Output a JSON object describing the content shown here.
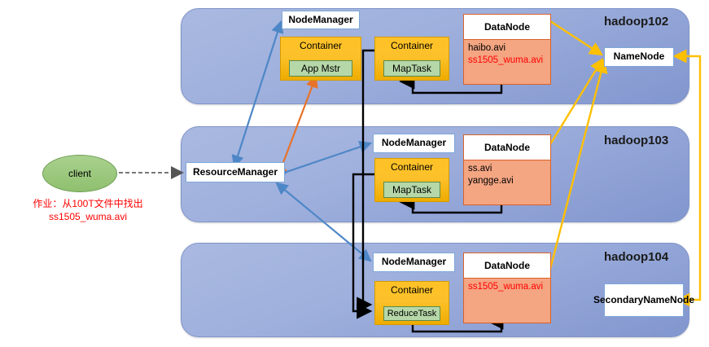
{
  "diagram": {
    "title": "Hadoop YARN / HDFS job execution diagram",
    "colors": {
      "panel": "#9fb0dd",
      "container": "#ffc227",
      "task": "#b6d7a8",
      "datanode_body": "#f4a582",
      "client": "#a9d18e",
      "arrow_blue": "#4e87c7",
      "arrow_orange": "#e8722a",
      "arrow_yellow": "#ffc000",
      "arrow_black": "#000000",
      "red_text": "#ff0000"
    }
  },
  "client": {
    "label": "client",
    "note_line1": "作业：从100T文件中找出",
    "note_line2": "ss1505_wuma.avi"
  },
  "nodes": [
    {
      "id": "hadoop102",
      "title": "hadoop102",
      "node_manager": "NodeManager",
      "containers": [
        {
          "label": "Container",
          "task": "App Mstr"
        },
        {
          "label": "Container",
          "task": "MapTask"
        }
      ],
      "datanode": {
        "title": "DataNode",
        "files": [
          {
            "name": "haibo.avi",
            "highlight": false
          },
          {
            "name": "ss1505_wuma.avi",
            "highlight": true
          }
        ]
      },
      "master": "NameNode"
    },
    {
      "id": "hadoop103",
      "title": "hadoop103",
      "node_manager": "NodeManager",
      "resource_manager": "ResourceManager",
      "containers": [
        {
          "label": "Container",
          "task": "MapTask"
        }
      ],
      "datanode": {
        "title": "DataNode",
        "files": [
          {
            "name": "ss.avi",
            "highlight": false
          },
          {
            "name": "yangge.avi",
            "highlight": false
          }
        ]
      }
    },
    {
      "id": "hadoop104",
      "title": "hadoop104",
      "node_manager": "NodeManager",
      "containers": [
        {
          "label": "Container",
          "task": "ReduceTask"
        }
      ],
      "datanode": {
        "title": "DataNode",
        "files": [
          {
            "name": "ss1505_wuma.avi",
            "highlight": true
          }
        ]
      },
      "master": "SecondaryNameNode"
    }
  ]
}
